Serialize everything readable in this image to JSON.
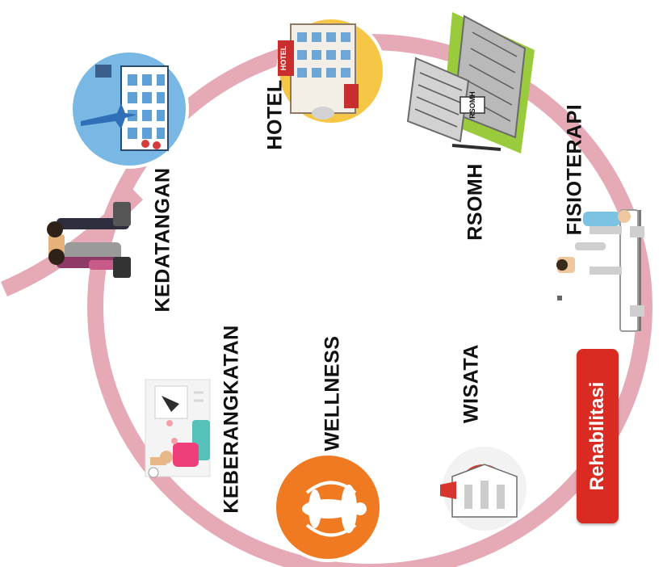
{
  "stages": {
    "kedatangan": "KEDATANGAN",
    "hotel": "HOTEL",
    "rsomh": "RSOMH",
    "fisioterapi": "FISIOTERAPI",
    "wisata": "WISATA",
    "wellness": "WELLNESS",
    "keberangkatan": "KEBERANGKATAN"
  },
  "badge": {
    "rehabilitasi": "Rehabilitasi"
  },
  "sign_text": {
    "hotel_sign": "HOTEL",
    "building_sign": "RSOMH"
  },
  "icons": [
    "airport-arrival-icon",
    "travelers-icon",
    "hotel-icon",
    "hospital-building-icon",
    "physiotherapy-icon",
    "tourism-landmark-icon",
    "yoga-wellness-icon",
    "departure-airport-icon"
  ],
  "colors": {
    "loop": "#e6aab6",
    "badge": "#d92b22",
    "wellness_circle": "#ef7a22",
    "hotel_circle": "#f6c646",
    "airport_circle": "#79b8e4",
    "label": "#111111"
  }
}
